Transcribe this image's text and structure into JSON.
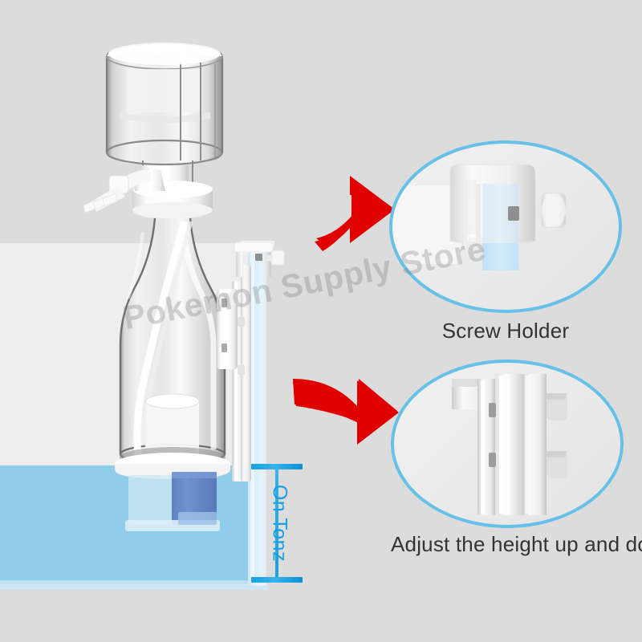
{
  "scene": {
    "background_color": "#dcdcdc",
    "product": "aquarium protein skimmer",
    "watermark_text": "Pokemon Supply Store"
  },
  "tank": {
    "interior_color": "#eeeeee",
    "water_color": "#90cdea",
    "glass_color": "#d9eefb"
  },
  "measurement": {
    "label": "On Tonz",
    "color": "#1a9fe0"
  },
  "callouts": [
    {
      "id": "screw-holder",
      "label": "Screw Holder",
      "ellipse_color": "#67c0e8"
    },
    {
      "id": "height-adjust",
      "label": "Adjust the height up and down",
      "ellipse_color": "#67c0e8"
    }
  ],
  "arrows": {
    "color": "#e00000",
    "count": 2,
    "direction": "right"
  },
  "colors": {
    "accent_blue": "#1a9fe0",
    "ellipse_blue": "#67c0e8",
    "arrow_red": "#e00000",
    "pump_blue": "#6b8fcc",
    "text_dark": "#333333"
  }
}
